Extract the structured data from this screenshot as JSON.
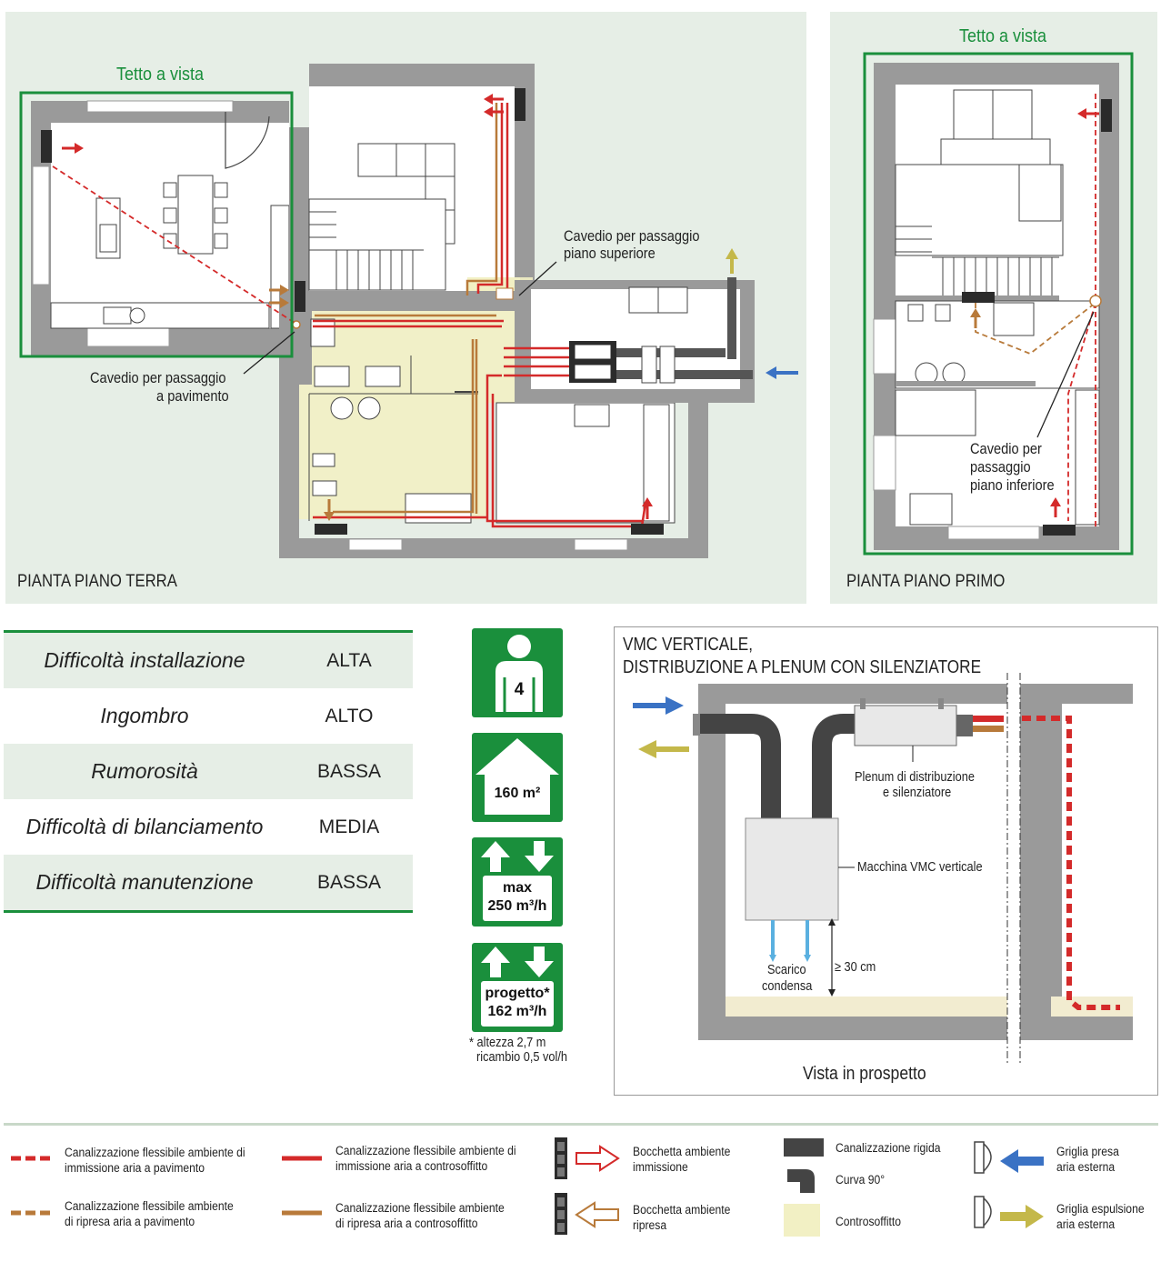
{
  "plans": {
    "ground": {
      "title": "PIANTA PIANO TERRA",
      "roof_label": "Tetto a vista",
      "shaft_floor_label": [
        "Cavedio per passaggio",
        "a pavimento"
      ],
      "shaft_upper_label": [
        "Cavedio per passaggio",
        "piano superiore"
      ]
    },
    "first": {
      "title": "PIANTA PIANO PRIMO",
      "roof_label": "Tetto a vista",
      "shaft_lower_label": [
        "Cavedio per",
        "passaggio",
        "piano inferiore"
      ]
    }
  },
  "properties": [
    {
      "label": "Difficoltà installazione",
      "value": "ALTA"
    },
    {
      "label": "Ingombro",
      "value": "ALTO"
    },
    {
      "label": "Rumorosità",
      "value": "BASSA"
    },
    {
      "label": "Difficoltà di bilanciamento",
      "value": "MEDIA"
    },
    {
      "label": "Difficoltà manutenzione",
      "value": "BASSA"
    }
  ],
  "specs": {
    "people": "4",
    "area": "160 m²",
    "max_label": "max",
    "max_value": "250 m³/h",
    "project_label": "progetto*",
    "project_value": "162 m³/h",
    "footnote": [
      "* altezza 2,7 m",
      "ricambio 0,5 vol/h"
    ]
  },
  "vmc": {
    "title": [
      "VMC VERTICALE,",
      "DISTRIBUZIONE A PLENUM CON SILENZIATORE"
    ],
    "plenum_label": [
      "Plenum di distribuzione",
      "e silenziatore"
    ],
    "machine_label": "Macchina VMC verticale",
    "drain_label": [
      "Scarico",
      "condensa"
    ],
    "height_label": "≥ 30 cm",
    "view_label": "Vista in prospetto"
  },
  "legend": [
    {
      "text": [
        "Canalizzazione flessibile ambiente di",
        "immissione aria a pavimento"
      ]
    },
    {
      "text": [
        "Canalizzazione flessibile ambiente",
        "di ripresa aria a pavimento"
      ]
    },
    {
      "text": [
        "Canalizzazione flessibile ambiente di",
        "immissione aria a controsoffitto"
      ]
    },
    {
      "text": [
        "Canalizzazione flessibile ambiente",
        "di ripresa aria a controsoffitto"
      ]
    },
    {
      "text": [
        "Bocchetta ambiente",
        "immissione"
      ]
    },
    {
      "text": [
        "Bocchetta ambiente",
        "ripresa"
      ]
    },
    {
      "text": [
        "Canalizzazione rigida"
      ]
    },
    {
      "text": [
        "Curva 90°"
      ]
    },
    {
      "text": [
        "Controsoffitto"
      ]
    },
    {
      "text": [
        "Griglia presa",
        "aria esterna"
      ]
    },
    {
      "text": [
        "Griglia espulsione",
        "aria esterna"
      ]
    }
  ],
  "colors": {
    "green": "#1a8f3c",
    "supply_red": "#d42a2a",
    "return_brown": "#b87a3a",
    "wall_gray": "#9a9a9a",
    "ceiling_yellow": "#f2f0c4",
    "intake_blue": "#3a72c4",
    "exhaust_olive": "#c4b84a"
  }
}
